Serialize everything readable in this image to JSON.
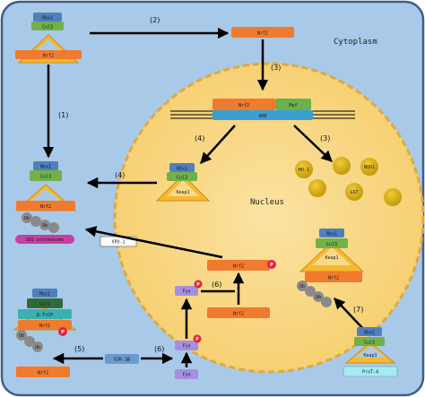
{
  "colors": {
    "cytoplasm_bg": "#a9c9e8",
    "nucleus_fill": "#f9d98b",
    "rbx1": "#4f7fbf",
    "cul3": "#72b04a",
    "keap1": "#f6b92f",
    "nrf2": "#f07a2e",
    "maf": "#6ab04c",
    "are": "#3aa0d2",
    "granule": "#d4a70d",
    "ub": "#8a8a8a",
    "phospho": "#e2243a",
    "proteasome": "#c63fa3",
    "fyn": "#a58fe0",
    "gsk3b": "#6a9acf",
    "btrcp": "#3ab0b0",
    "prot4": "#a6eaf2"
  },
  "labels": {
    "cytoplasm": "Cytoplasm",
    "nucleus": "Nucleus",
    "rbx1": "Rbx1",
    "cul3": "Cul3",
    "keap1": "Keap1",
    "nrf2": "Nrf2",
    "maf": "Maf",
    "are": "ARE",
    "ub": "Ub",
    "phospho": "P",
    "proteasome": "26S proteasome",
    "xpo1": "XPO-1",
    "fyn": "Fyn",
    "gsk3b": "GSK-3β",
    "cul1": "Cul1",
    "btrcp": "β-TrCP",
    "prot4": "ProT-4",
    "ho1": "HO-1",
    "nqo1": "NQO1",
    "gst": "GST"
  },
  "steps": {
    "s1": "(1)",
    "s2": "(2)",
    "s3a": "(3)",
    "s3b": "(3)",
    "s4a": "(4)",
    "s4b": "(4)",
    "s5": "(5)",
    "s6a": "(6)",
    "s6b": "(6)",
    "s7": "(7)"
  }
}
